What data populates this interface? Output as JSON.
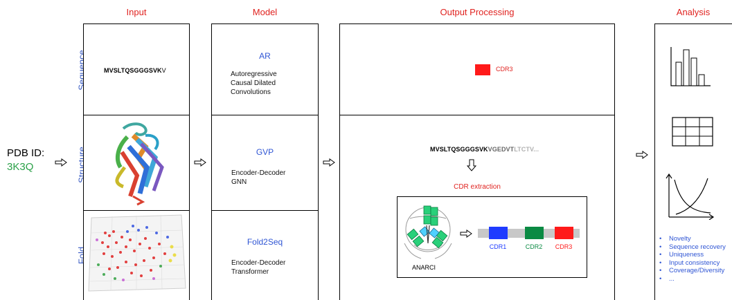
{
  "headers": {
    "input": "Input",
    "model": "Model",
    "output": "Output Processing",
    "analysis": "Analysis"
  },
  "pdb": {
    "label": "PDB ID:",
    "id": "3K3Q"
  },
  "rows": {
    "sequence": "Sequence",
    "structure": "Structure",
    "fold": "Fold"
  },
  "input": {
    "sequence_bold": "MVSLTQSGGGSVK",
    "sequence_tail": "V"
  },
  "models": [
    {
      "title": "AR",
      "desc": [
        "Autoregressive",
        "Causal Dilated",
        "Convolutions"
      ]
    },
    {
      "title": "GVP",
      "desc": [
        "Encoder-Decoder",
        "GNN"
      ]
    },
    {
      "title": "Fold2Seq",
      "desc": [
        "Encoder-Decoder",
        "Transformer"
      ]
    }
  ],
  "output": {
    "cdr3_label": "CDR3",
    "seq_bold": "MVSLTQSGGGSVK",
    "seq_mid": "VGEDVT",
    "seq_light": "LTCTV",
    "seq_ellipsis": "...",
    "extraction": "CDR extraction",
    "anarci": "ANARCI",
    "cdrs": [
      {
        "name": "CDR1",
        "color": "#1f3bff"
      },
      {
        "name": "CDR2",
        "color": "#0a8a43"
      },
      {
        "name": "CDR3",
        "color": "#ff1a1a"
      }
    ]
  },
  "analysis": {
    "metrics": [
      "Novelty",
      "Sequence recovery",
      "Uniqueness",
      "Input consistency",
      "Coverage/Diversity",
      "..."
    ]
  },
  "colors": {
    "header": "#e0221f",
    "blue": "#2f55d4",
    "pdb_green": "#2aa148",
    "gray_bar": "#c8c8c8"
  }
}
